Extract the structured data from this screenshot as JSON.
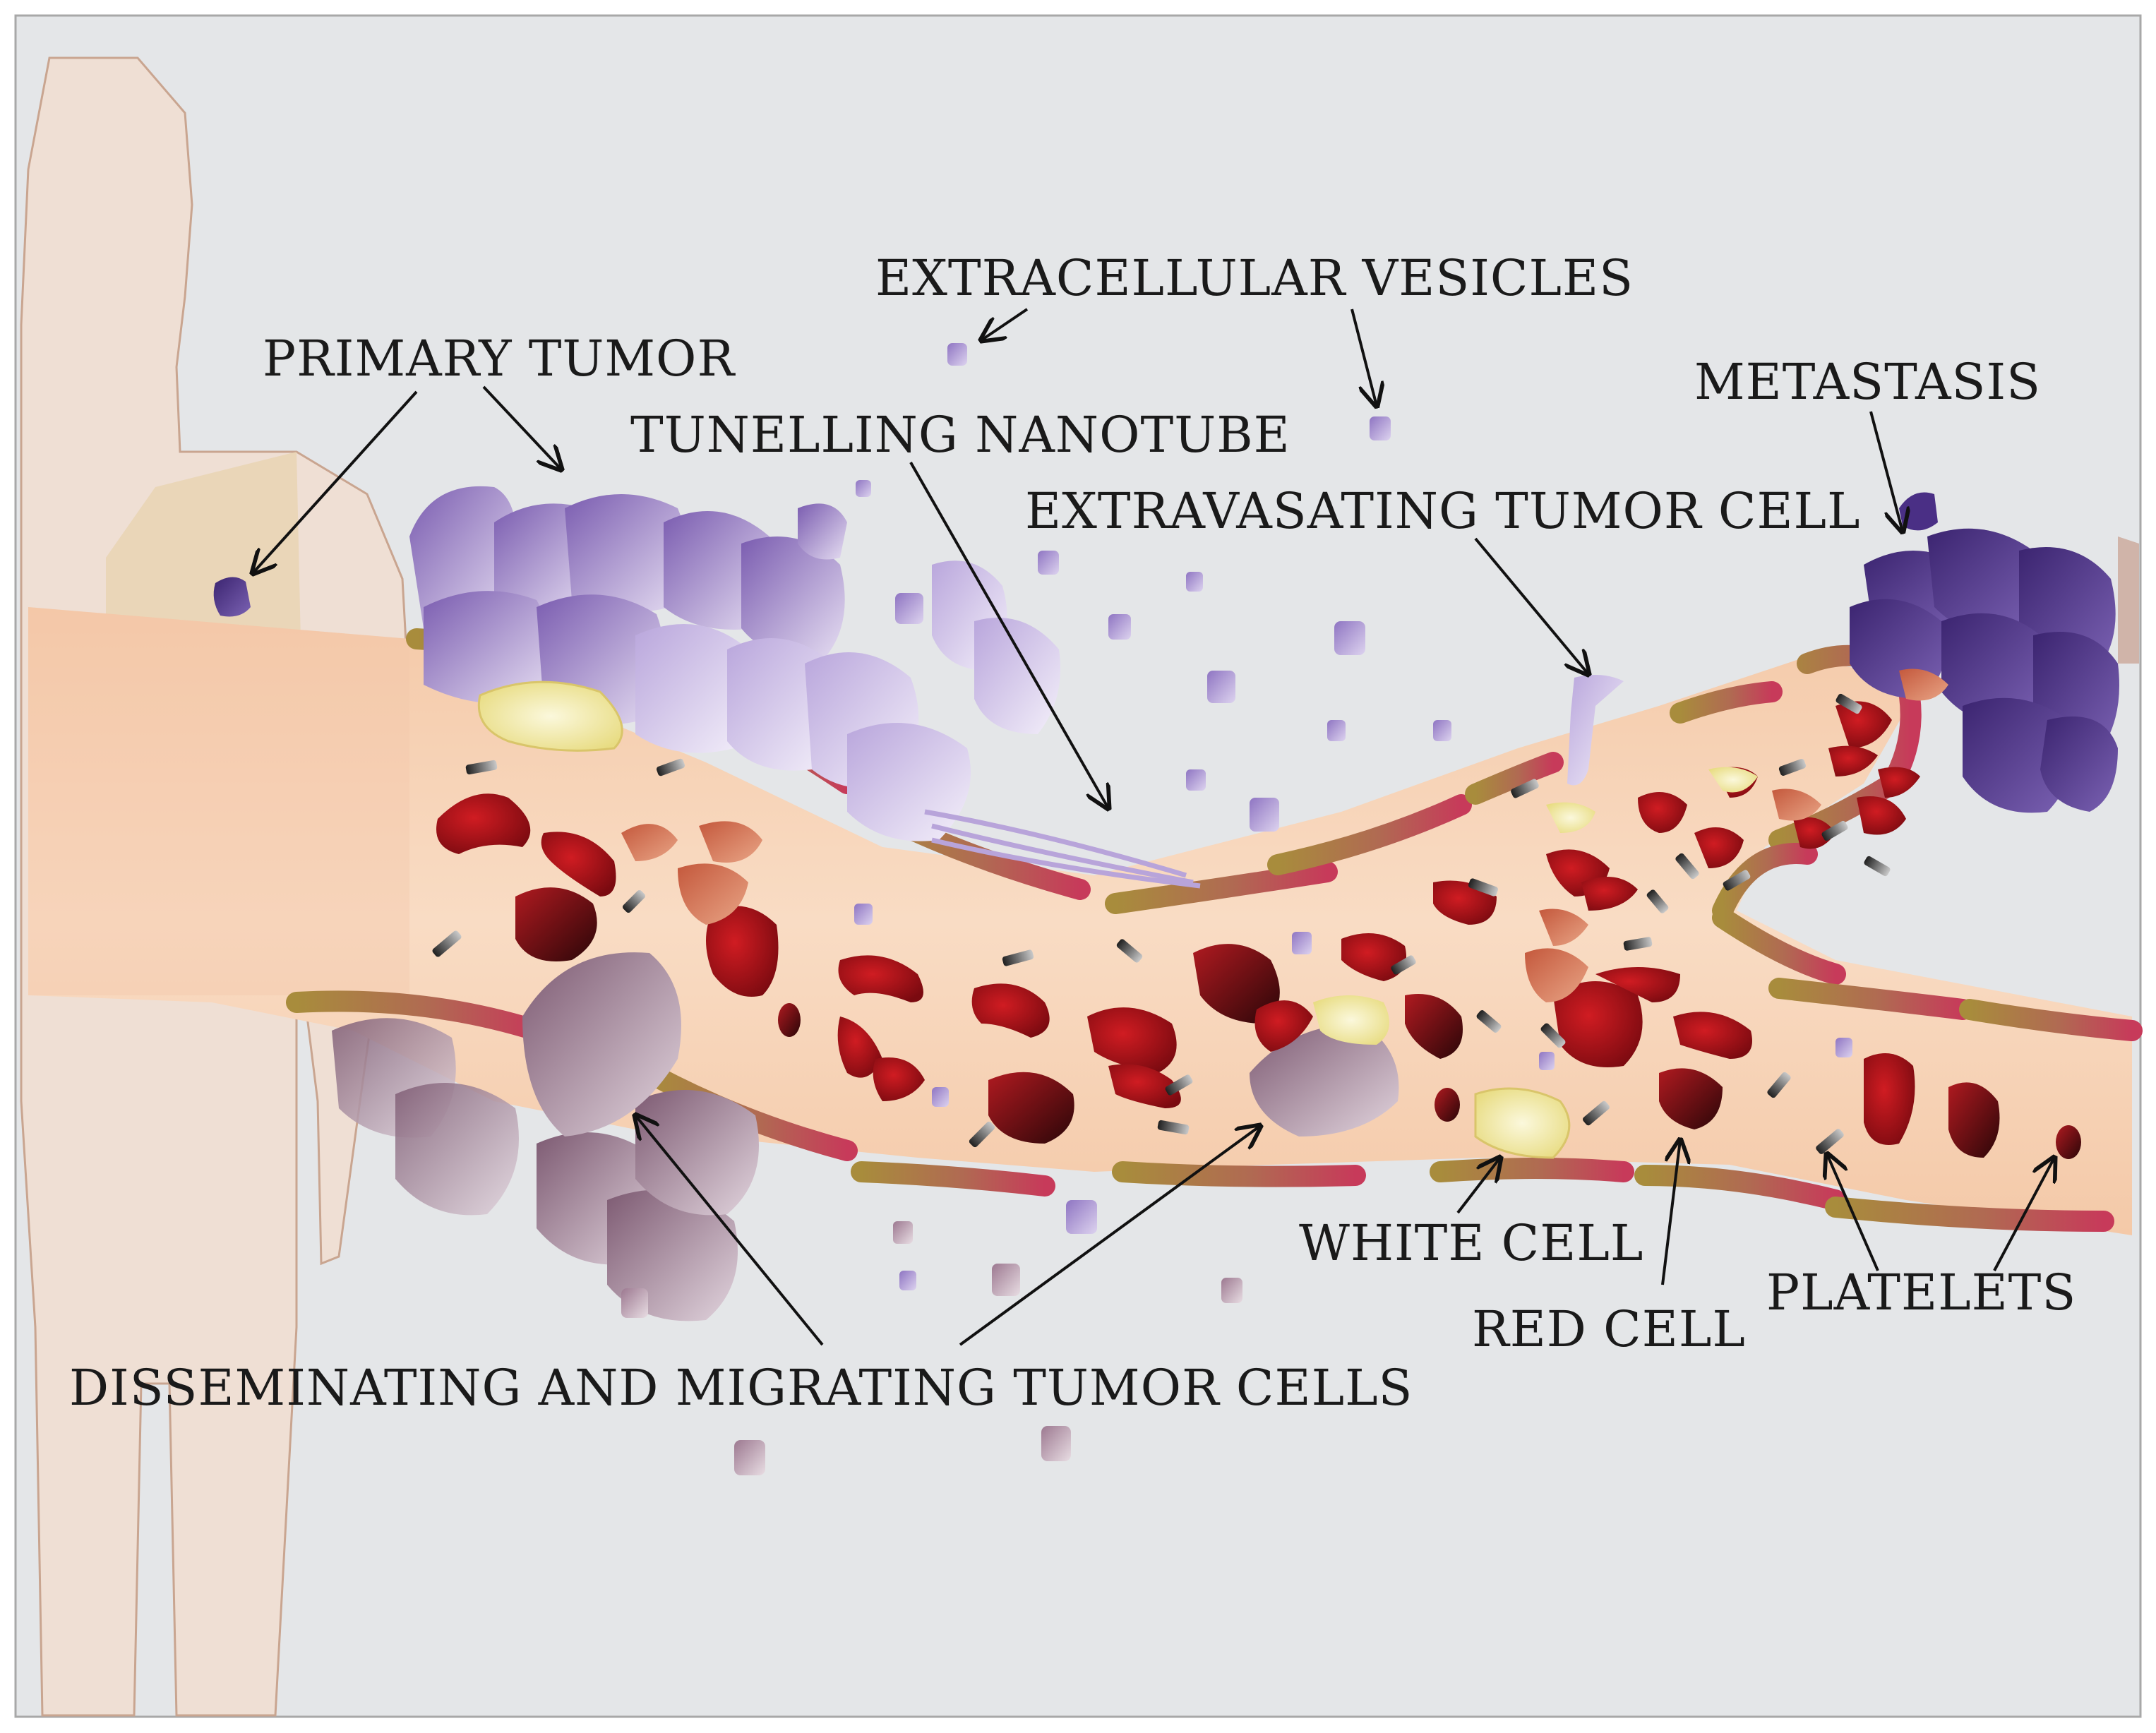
{
  "figure": {
    "labels": {
      "primary_tumor": "PRIMARY TUMOR",
      "extracellular_vesicles": "EXTRACELLULAR VESICLES",
      "tunelling_nanotube": "TUNELLING NANOTUBE",
      "extravasating_tumor_cell": "EXTRAVASATING TUMOR CELL",
      "metastasis": "METASTASIS",
      "white_cell": "WHITE CELL",
      "red_cell": "RED CELL",
      "platelets": "PLATELETS",
      "disseminating_cells": "DISSEMINATING AND MIGRATING TUMOR CELLS"
    },
    "colors": {
      "background": "#e4e6e8",
      "body_silhouette": "#f0dcd0",
      "vessel_lumen": "#f7d4b8",
      "vessel_wall": "#a88c3c",
      "red_cell": "#a8121a",
      "tumor_cell": "#8d72c0",
      "metastasis": "#4a2f85",
      "disseminating_cell": "#9c7a8f",
      "white_cell": "#f3eda4",
      "platelet": "#555555"
    }
  }
}
